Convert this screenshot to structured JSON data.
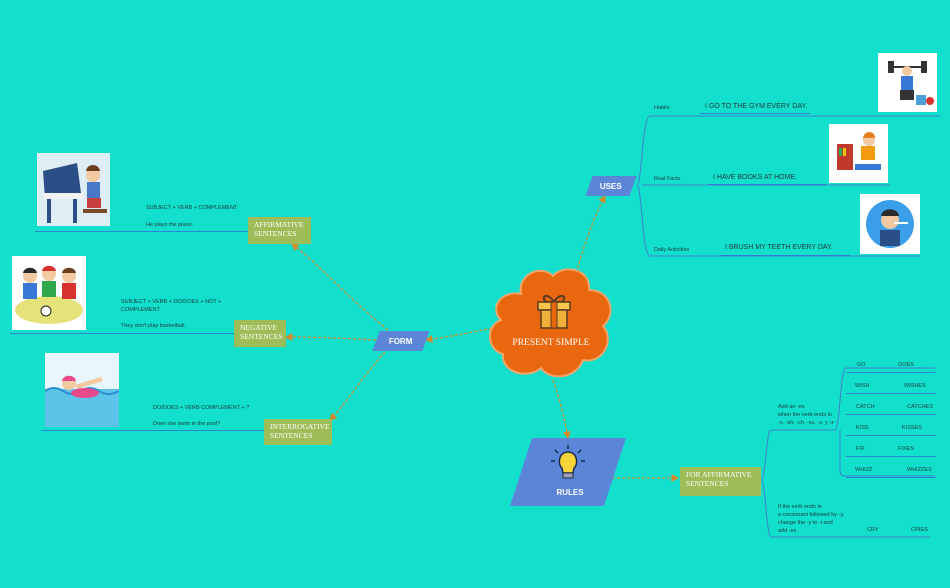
{
  "central": {
    "title": "PRESENT SIMPLE",
    "icon": "gift-icon"
  },
  "colors": {
    "background": "#12e0cc",
    "central_cloud": "#e9670f",
    "branch_box": "#5b86d8",
    "sub_box": "#9ebc57",
    "connector": "#d48a2a"
  },
  "form": {
    "label": "FORM",
    "affirmative": {
      "label": "AFFIRMATIVE SENTENCES",
      "structure": "SUBJECT + VERB + COMPLEMENT",
      "example": "He plays the piano.",
      "image": "boy-playing-piano"
    },
    "negative": {
      "label": "NEGATIVE SENTENCES",
      "structure_line1": "SUBJECT + VERB + DO/DOES + NOT +",
      "structure_line2": "COMPLEMENT",
      "example": "They don't play basketball.",
      "image": "kids-playing-soccer"
    },
    "interrogative": {
      "label": "INTERROGATIVE SENTENCES",
      "structure": "DO/DOES + VERB  COMPLEMENT + ?",
      "example": "Does she swim in the pool?",
      "image": "girl-swimming"
    }
  },
  "uses": {
    "label": "USES",
    "items": [
      {
        "category": "Habits",
        "example": "I GO TO THE GYM EVERY DAY.",
        "image": "man-lifting-weights"
      },
      {
        "category": "Real Facts",
        "example": "I HAVE BOOKS AT HOME.",
        "image": "girl-reading-books"
      },
      {
        "category": "Daily Activities",
        "example": "I BRUSH MY TEETH EVERY DAY.",
        "image": "man-brushing-teeth"
      }
    ]
  },
  "rules": {
    "label": "RULES",
    "icon": "lightbulb-icon",
    "affirmative_label": "FOR AFFIRMATIVE SENTENCES",
    "es_rule": {
      "line1": "Add an -es",
      "line2": "when the verb ends in",
      "line3": "-s, -sh, -ch, -ss, -x, y -z",
      "pairs": [
        {
          "base": "GO",
          "third": "GOES"
        },
        {
          "base": "WISH",
          "third": "WISHES"
        },
        {
          "base": "CATCH",
          "third": "CATCHES"
        },
        {
          "base": "KISS",
          "third": "KISSES"
        },
        {
          "base": "FIX",
          "third": "FIXES"
        },
        {
          "base": "WHIZZ",
          "third": "WHIZZES"
        }
      ]
    },
    "ies_rule": {
      "line1": "If the verb ends in",
      "line2": "a consonant followed by -y,",
      "line3": "change the -y to -i and",
      "line4": "add -es",
      "base": "CRY",
      "third": "CRIES"
    }
  }
}
